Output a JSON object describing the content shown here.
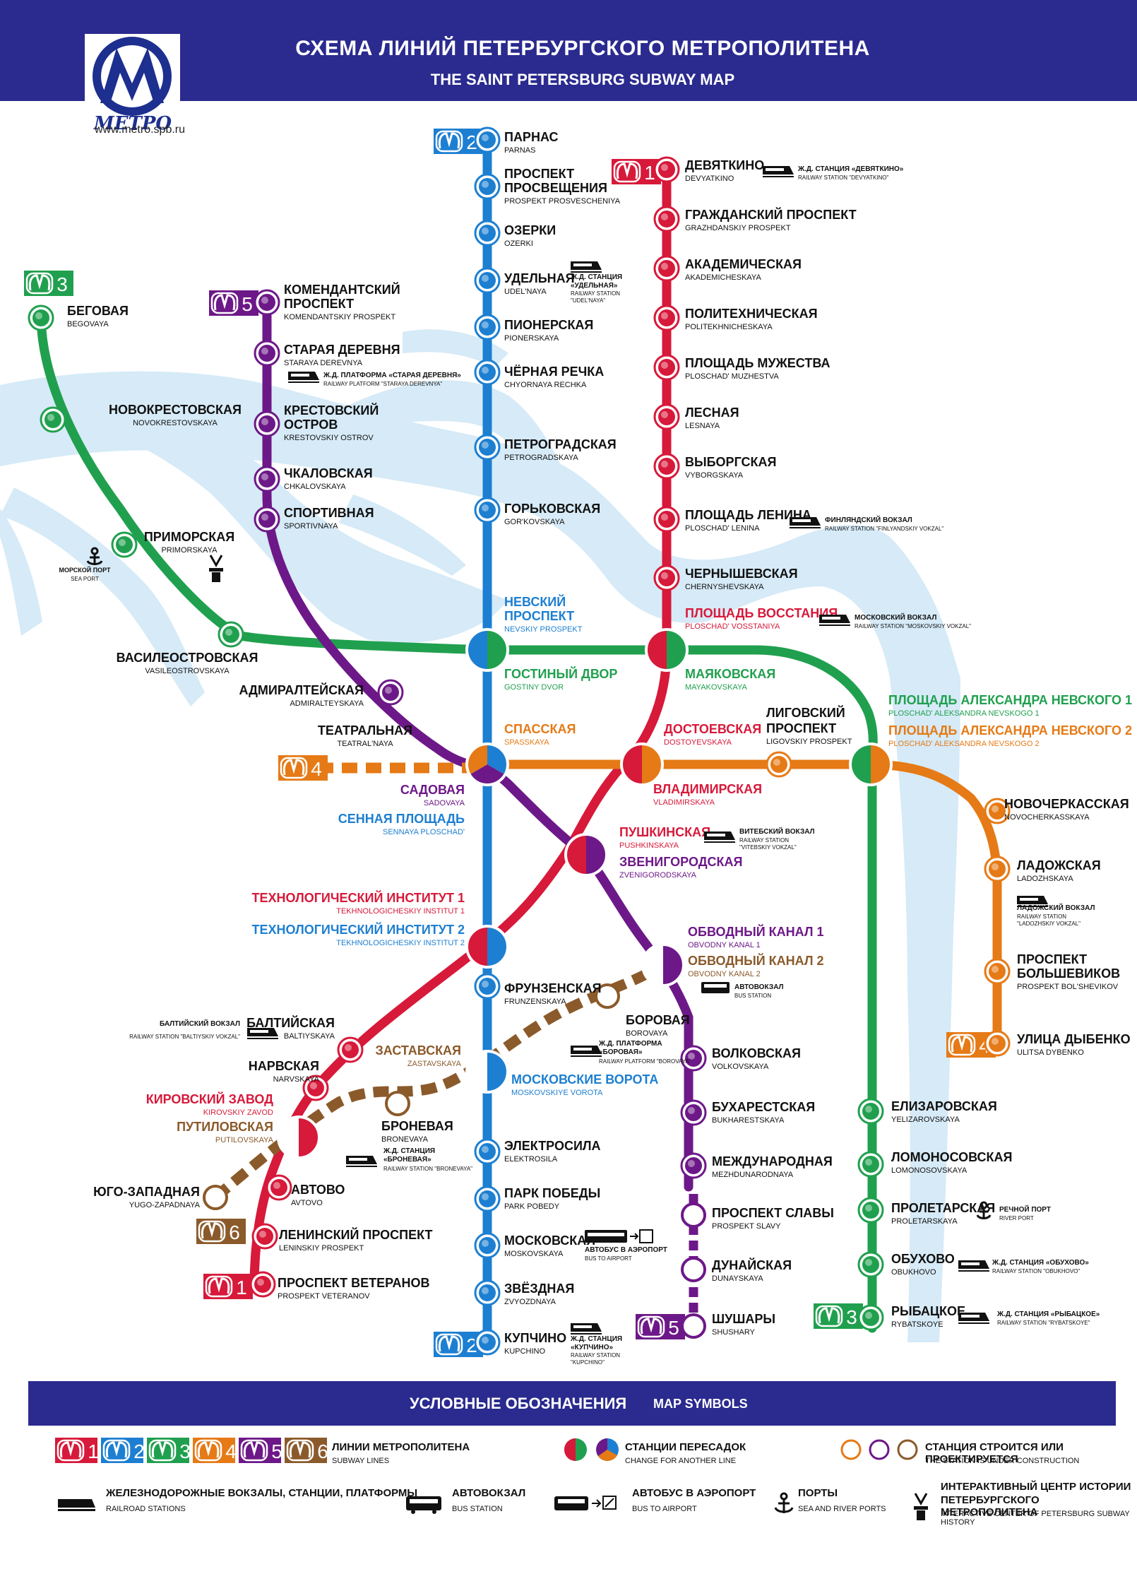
{
  "header": {
    "title_ru": "СХЕМА ЛИНИЙ ПЕТЕРБУРГСКОГО МЕТРОПОЛИТЕНА",
    "title_en": "THE SAINT PETERSBURG SUBWAY MAP",
    "logo_text": "МЕТРО",
    "website": "www.metro.spb.ru"
  },
  "colors": {
    "line1": "#d7193a",
    "line2": "#1d7fd1",
    "line3": "#20a04e",
    "line4": "#e57a16",
    "line5": "#6d1888",
    "line6": "#8b5a2b",
    "water": "#d6eaf7",
    "header": "#2a2a8f"
  },
  "line_badges": [
    {
      "line": "1",
      "number": "1"
    },
    {
      "line": "2",
      "number": "2"
    },
    {
      "line": "3",
      "number": "3"
    },
    {
      "line": "4",
      "number": "4"
    },
    {
      "line": "5",
      "number": "5"
    },
    {
      "line": "6",
      "number": "6"
    }
  ],
  "stations": {
    "parnas": {
      "ru": "ПАРНАС",
      "en": "PARNAS"
    },
    "pr_prosv_1": {
      "ru": "ПРОСПЕКТ",
      "en": ""
    },
    "pr_prosv_2": {
      "ru": "ПРОСВЕЩЕНИЯ",
      "en": "PROSPEKT PROSVESCHENIYA"
    },
    "ozerki": {
      "ru": "ОЗЕРКИ",
      "en": "OZERKI"
    },
    "udelnaya": {
      "ru": "УДЕЛЬНАЯ",
      "en": "UDEL'NAYA"
    },
    "pionerskaya": {
      "ru": "ПИОНЕРСКАЯ",
      "en": "PIONERSKAYA"
    },
    "chernaya_rechka": {
      "ru": "ЧЁРНАЯ РЕЧКА",
      "en": "CHYORNAYA RECHKA"
    },
    "petrogradskaya": {
      "ru": "ПЕТРОГРАДСКАЯ",
      "en": "PETROGRADSKAYA"
    },
    "gorkovskaya": {
      "ru": "ГОРЬКОВСКАЯ",
      "en": "GOR'KOVSKAYA"
    },
    "nevsky_1": {
      "ru": "НЕВСКИЙ",
      "en": ""
    },
    "nevsky_2": {
      "ru": "ПРОСПЕКТ",
      "en": "NEVSKIY PROSPEKT"
    },
    "gostiny": {
      "ru": "ГОСТИНЫЙ ДВОР",
      "en": "GOSTINY DVOR"
    },
    "sennaya": {
      "ru": "СЕННАЯ ПЛОЩАДЬ",
      "en": "SENNAYA PLOSCHAD'"
    },
    "tech2": {
      "ru": "ТЕХНОЛОГИЧЕСКИЙ ИНСТИТУТ 2",
      "en": "TEKHNOLOGICHESKIY INSTITUT 2"
    },
    "frunzenskaya": {
      "ru": "ФРУНЗЕНСКАЯ",
      "en": "FRUNZENSKAYA"
    },
    "moskovskie_vorota": {
      "ru": "МОСКОВСКИЕ ВОРОТА",
      "en": "MOSKOVSKIYE VOROTA"
    },
    "elektrosila": {
      "ru": "ЭЛЕКТРОСИЛА",
      "en": "ELEKTROSILA"
    },
    "park_pobedy": {
      "ru": "ПАРК ПОБЕДЫ",
      "en": "PARK POBEDY"
    },
    "moskovskaya": {
      "ru": "МОСКОВСКАЯ",
      "en": "MOSKOVSKAYA"
    },
    "zvezdnaya": {
      "ru": "ЗВЁЗДНАЯ",
      "en": "ZVYOZDNAYA"
    },
    "kupchino": {
      "ru": "КУПЧИНО",
      "en": "KUPCHINO"
    },
    "devyatkino": {
      "ru": "ДЕВЯТКИНО",
      "en": "DEVYATKINO"
    },
    "grazhd": {
      "ru": "ГРАЖДАНСКИЙ ПРОСПЕКТ",
      "en": "GRAZHDANSKIY PROSPEKT"
    },
    "akadem": {
      "ru": "АКАДЕМИЧЕСКАЯ",
      "en": "AKADEMICHESKAYA"
    },
    "politekh": {
      "ru": "ПОЛИТЕХНИЧЕСКАЯ",
      "en": "POLITEKHNICHESKAYA"
    },
    "muzhestva": {
      "ru": "ПЛОЩАДЬ МУЖЕСТВА",
      "en": "PLOSCHAD' MUZHESTVA"
    },
    "lesnaya": {
      "ru": "ЛЕСНАЯ",
      "en": "LESNAYA"
    },
    "vyborgskaya": {
      "ru": "ВЫБОРГСКАЯ",
      "en": "VYBORGSKAYA"
    },
    "lenina": {
      "ru": "ПЛОЩАДЬ ЛЕНИНА",
      "en": "PLOSCHAD' LENINA"
    },
    "chernysh": {
      "ru": "ЧЕРНЫШЕВСКАЯ",
      "en": "CHERNYSHEVSKAYA"
    },
    "vosstaniya": {
      "ru": "ПЛОЩАДЬ ВОССТАНИЯ",
      "en": "PLOSCHAD' VOSSTANIYA"
    },
    "vladimirskaya": {
      "ru": "ВЛАДИМИРСКАЯ",
      "en": "VLADIMIRSKAYA"
    },
    "pushkinskaya": {
      "ru": "ПУШКИНСКАЯ",
      "en": "PUSHKINSKAYA"
    },
    "tech1": {
      "ru": "ТЕХНОЛОГИЧЕСКИЙ ИНСТИТУТ 1",
      "en": "TEKHNOLOGICHESKIY INSTITUT 1"
    },
    "baltiyskaya": {
      "ru": "БАЛТИЙСКАЯ",
      "en": "BALTIYSKAYA"
    },
    "narvskaya": {
      "ru": "НАРВСКАЯ",
      "en": "NARVSKAYA"
    },
    "kirovsky": {
      "ru": "КИРОВСКИЙ ЗАВОД",
      "en": "KIROVSKIY ZAVOD"
    },
    "avtovo": {
      "ru": "АВТОВО",
      "en": "AVTOVO"
    },
    "leninsky": {
      "ru": "ЛЕНИНСКИЙ ПРОСПЕКТ",
      "en": "LENINSKIY PROSPEKT"
    },
    "veteranov": {
      "ru": "ПРОСПЕКТ ВЕТЕРАНОВ",
      "en": "PROSPEKT VETERANOV"
    },
    "begovaya": {
      "ru": "БЕГОВАЯ",
      "en": "BEGOVAYA"
    },
    "novokrest": {
      "ru": "НОВОКРЕСТОВСКАЯ",
      "en": "NOVOKRESTOVSKAYA"
    },
    "primorskaya": {
      "ru": "ПРИМОРСКАЯ",
      "en": "PRIMORSKAYA"
    },
    "vasileo": {
      "ru": "ВАСИЛЕОСТРОВСКАЯ",
      "en": "VASILEOSTROVSKAYA"
    },
    "mayakovskaya": {
      "ru": "МАЯКОВСКАЯ",
      "en": "MAYAKOVSKAYA"
    },
    "nevskogo1": {
      "ru": "ПЛОЩАДЬ АЛЕКСАНДРА НЕВСКОГО 1",
      "en": "PLOSCHAD' ALEKSANDRA NEVSKOGO 1"
    },
    "nevskogo2": {
      "ru": "ПЛОЩАДЬ АЛЕКСАНДРА НЕВСКОГО 2",
      "en": "PLOSCHAD' ALEKSANDRA NEVSKOGO 2"
    },
    "elizarovskaya": {
      "ru": "ЕЛИЗАРОВСКАЯ",
      "en": "YELIZAROVSKAYA"
    },
    "lomonosovskaya": {
      "ru": "ЛОМОНОСОВСКАЯ",
      "en": "LOMONOSOVSKAYA"
    },
    "proletarskaya": {
      "ru": "ПРОЛЕТАРСКАЯ",
      "en": "PROLETARSKAYA"
    },
    "obukhovo": {
      "ru": "ОБУХОВО",
      "en": "OBUKHOVO"
    },
    "rybatskoe": {
      "ru": "РЫБАЦКОЕ",
      "en": "RYBATSKOYE"
    },
    "teatralnaya": {
      "ru": "ТЕАТРАЛЬНАЯ",
      "en": "TEATRAL'NAYA"
    },
    "spasskaya": {
      "ru": "СПАССКАЯ",
      "en": "SPASSKAYA"
    },
    "dostoevskaya": {
      "ru": "ДОСТОЕВСКАЯ",
      "en": "DOSTOYEVSKAYA"
    },
    "ligovsky_1": {
      "ru": "ЛИГОВСКИЙ",
      "en": ""
    },
    "ligovsky_2": {
      "ru": "ПРОСПЕКТ",
      "en": "LIGOVSKIY PROSPEKT"
    },
    "novocherk": {
      "ru": "НОВОЧЕРКАССКАЯ",
      "en": "NOVOCHERKASSKAYA"
    },
    "ladozhskaya": {
      "ru": "ЛАДОЖСКАЯ",
      "en": "LADOZHSKAYA"
    },
    "bolsh_1": {
      "ru": "ПРОСПЕКТ",
      "en": ""
    },
    "bolsh_2": {
      "ru": "БОЛЬШЕВИКОВ",
      "en": "PROSPEKT BOL'SHEVIKOV"
    },
    "dybenko": {
      "ru": "УЛИЦА ДЫБЕНКО",
      "en": "ULITSA DYBENKO"
    },
    "komend_1": {
      "ru": "КОМЕНДАНТСКИЙ",
      "en": ""
    },
    "komend_2": {
      "ru": "ПРОСПЕКТ",
      "en": "KOMENDANTSKIY PROSPEKT"
    },
    "staraya": {
      "ru": "СТАРАЯ ДЕРЕВНЯ",
      "en": "STARAYA DEREVNYA"
    },
    "krest_1": {
      "ru": "КРЕСТОВСКИЙ",
      "en": ""
    },
    "krest_2": {
      "ru": "ОСТРОВ",
      "en": "KRESTOVSKIY OSTROV"
    },
    "chkalovskaya": {
      "ru": "ЧКАЛОВСКАЯ",
      "en": "CHKALOVSKAYA"
    },
    "sportivnaya": {
      "ru": "СПОРТИВНАЯ",
      "en": "SPORTIVNAYA"
    },
    "admiralteyskaya": {
      "ru": "АДМИРАЛТЕЙСКАЯ",
      "en": "ADMIRALTEYSKAYA"
    },
    "sadovaya": {
      "ru": "САДОВАЯ",
      "en": "SADOVAYA"
    },
    "zvenigorodskaya": {
      "ru": "ЗВЕНИГОРОДСКАЯ",
      "en": "ZVENIGORODSKAYA"
    },
    "obvodny1": {
      "ru": "ОБВОДНЫЙ КАНАЛ 1",
      "en": "OBVODNY KANAL 1"
    },
    "volkovskaya": {
      "ru": "ВОЛКОВСКАЯ",
      "en": "VOLKOVSKAYA"
    },
    "bukharestskaya": {
      "ru": "БУХАРЕСТСКАЯ",
      "en": "BUKHARESTSKAYA"
    },
    "mezhdunarodnaya": {
      "ru": "МЕЖДУНАРОДНАЯ",
      "en": "MEZHDUNARODNAYA"
    },
    "slavy": {
      "ru": "ПРОСПЕКТ СЛАВЫ",
      "en": "PROSPEKT SLAVY"
    },
    "dunayskaya": {
      "ru": "ДУНАЙСКАЯ",
      "en": "DUNAYSKAYA"
    },
    "shushary": {
      "ru": "ШУШАРЫ",
      "en": "SHUSHARY"
    },
    "obvodny2": {
      "ru": "ОБВОДНЫЙ КАНАЛ 2",
      "en": "OBVODNY KANAL 2"
    },
    "borovaya": {
      "ru": "БОРОВАЯ",
      "en": "BOROVAYA"
    },
    "zastavskaya": {
      "ru": "ЗАСТАВСКАЯ",
      "en": "ZASTAVSKAYA"
    },
    "putilovskaya": {
      "ru": "ПУТИЛОВСКАЯ",
      "en": "PUTILOVSKAYA"
    },
    "bronevaya": {
      "ru": "БРОНЕВАЯ",
      "en": "BRONEVAYA"
    },
    "yugozap": {
      "ru": "ЮГО-ЗАПАДНАЯ",
      "en": "YUGO-ZAPADNAYA"
    }
  },
  "annotations": {
    "devyatkino_rail_ru": "Ж.Д. СТАНЦИЯ «ДЕВЯТКИНО»",
    "devyatkino_rail_en": "RAILWAY STATION \"DEVYATKINO\"",
    "udelnaya_rail_ru1": "Ж.Д. СТАНЦИЯ",
    "udelnaya_rail_ru2": "«УДЕЛЬНАЯ»",
    "udelnaya_rail_en1": "RAILWAY STATION",
    "udelnaya_rail_en2": "\"UDEL'NAYA\"",
    "staraya_rail_ru": "Ж.Д. ПЛАТФОРМА «СТАРАЯ ДЕРЕВНЯ»",
    "staraya_rail_en": "RAILWAY PLATFORM \"STARAYA DEREVNYA\"",
    "finlyandsky_ru": "ФИНЛЯНДСКИЙ ВОКЗАЛ",
    "finlyandsky_en": "RAILWAY STATION \"FINLYANDSKIY VOKZAL\"",
    "moskovsky_ru": "МОСКОВСКИЙ ВОКЗАЛ",
    "moskovsky_en": "RAILWAY STATION \"MOSKOVSKIY VOKZAL\"",
    "seaport_ru": "МОРСКОЙ ПОРТ",
    "seaport_en": "SEA PORT",
    "vitebsky_ru": "ВИТЕБСКИЙ ВОКЗАЛ",
    "vitebsky_en1": "RAILWAY STATION",
    "vitebsky_en2": "\"VITEBSKIY VOKZAL\"",
    "ladozhsky_ru": "ЛАДОЖСКИЙ ВОКЗАЛ",
    "ladozhsky_en1": "RAILWAY STATION",
    "ladozhsky_en2": "\"LADOZHSKIY VOKZAL\"",
    "bus_station_ru": "АВТОВОКЗАЛ",
    "bus_station_en": "BUS STATION",
    "baltiysky_ru": "БАЛТИЙСКИЙ ВОКЗАЛ",
    "baltiysky_en": "RAILWAY STATION \"BALTIYSKIY VOKZAL\"",
    "borovaya_rail_ru1": "Ж.Д. ПЛАТФОРМА",
    "borovaya_rail_ru2": "«БОРОВАЯ»",
    "borovaya_rail_en": "RAILWAY PLATFORM \"BOROVAYA\"",
    "bronevaya_rail_ru1": "Ж.Д. СТАНЦИЯ",
    "bronevaya_rail_ru2": "«БРОНЕВАЯ»",
    "bronevaya_rail_en": "RAILWAY STATION \"BRONEVAYA\"",
    "river_port_ru": "РЕЧНОЙ ПОРТ",
    "river_port_en": "RIVER PORT",
    "obukhovo_rail_ru": "Ж.Д. СТАНЦИЯ «ОБУХОВО»",
    "obukhovo_rail_en": "RAILWAY STATION \"OBUKHOVO\"",
    "rybatskoe_rail_ru": "Ж.Д. СТАНЦИЯ «РЫБАЦКОЕ»",
    "rybatskoe_rail_en": "RAILWAY STATION \"RYBATSKOYE\"",
    "airport_bus_ru1": "АВТОБУС В АЭРОПОРТ",
    "airport_bus_en": "BUS TO AIRPORT",
    "kupchino_rail_ru1": "Ж.Д. СТАНЦИЯ",
    "kupchino_rail_ru2": "«КУПЧИНО»",
    "kupchino_rail_en1": "RAILWAY STATION",
    "kupchino_rail_en2": "\"KUPCHINO\""
  },
  "legend": {
    "title_ru": "УСЛОВНЫЕ ОБОЗНАЧЕНИЯ",
    "title_en": "MAP SYMBOLS",
    "lines_ru": "ЛИНИИ МЕТРОПОЛИТЕНА",
    "lines_en": "SUBWAY LINES",
    "transfer_ru": "СТАНЦИИ ПЕРЕСАДОК",
    "transfer_en": "CHANGE FOR ANOTHER LINE",
    "construction_ru": "СТАНЦИЯ СТРОИТСЯ ИЛИ ПРОЕКТИРУЕТСЯ",
    "construction_en": "THE STATION IS UNDER CONSTRUCTION",
    "rail_ru": "ЖЕЛЕЗНОДОРОЖНЫЕ ВОКЗАЛЫ, СТАНЦИИ, ПЛАТФОРМЫ",
    "rail_en": "RAILROAD STATIONS",
    "bus_ru": "АВТОВОКЗАЛ",
    "bus_en": "BUS STATION",
    "airport_ru": "АВТОБУС В АЭРОПОРТ",
    "airport_en": "BUS TO AIRPORT",
    "ports_ru": "ПОРТЫ",
    "ports_en": "SEA AND RIVER PORTS",
    "museum_ru1": "ИНТЕРАКТИВНЫЙ ЦЕНТР ИСТОРИИ",
    "museum_ru2": "ПЕТЕРБУРГСКОГО МЕТРОПОЛИТЕНА",
    "museum_en": "INTERACTIVE CENTER OF PETERSBURG SUBWAY HISTORY"
  }
}
